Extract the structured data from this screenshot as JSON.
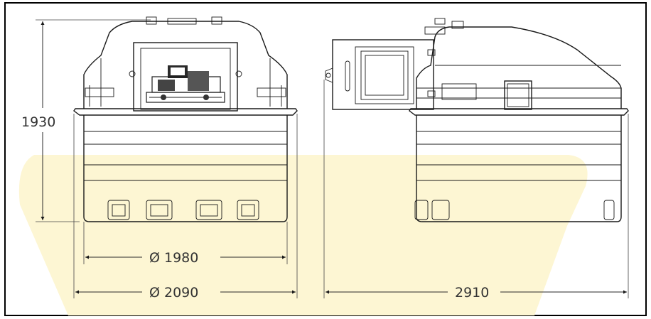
{
  "dimensions": {
    "height": "1930",
    "inner_diameter": "Ø 1980",
    "outer_diameter": "Ø 2090",
    "length": "2910"
  },
  "colors": {
    "highlight": "#fdf6d3",
    "line": "#1a1a1a",
    "border": "#000000"
  }
}
